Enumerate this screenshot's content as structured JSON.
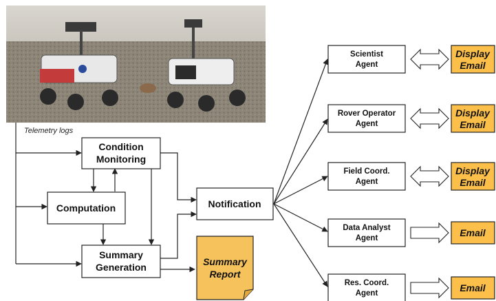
{
  "colors": {
    "box_fill": "#ffffff",
    "box_stroke": "#222222",
    "output_fill": "#fbbf4a",
    "report_fill": "#f6c25c",
    "line": "#222222"
  },
  "photo": {
    "description_icon": "rover-photo",
    "telemetry_label": "Telemetry logs"
  },
  "process": {
    "condition_monitoring": [
      "Condition",
      "Monitoring"
    ],
    "computation": "Computation",
    "summary_generation": [
      "Summary",
      "Generation"
    ],
    "notification": "Notification",
    "summary_report": [
      "Summary",
      "Report"
    ]
  },
  "agents": [
    {
      "lines": [
        "Scientist",
        "Agent"
      ],
      "outputs": [
        "Display",
        "Email"
      ],
      "arrow": "double"
    },
    {
      "lines": [
        "Rover Operator",
        "Agent"
      ],
      "outputs": [
        "Display",
        "Email"
      ],
      "arrow": "double"
    },
    {
      "lines": [
        "Field Coord.",
        "Agent"
      ],
      "outputs": [
        "Display",
        "Email"
      ],
      "arrow": "double"
    },
    {
      "lines": [
        "Data Analyst",
        "Agent"
      ],
      "outputs": [
        "Email"
      ],
      "arrow": "single"
    },
    {
      "lines": [
        "Res. Coord.",
        "Agent"
      ],
      "outputs": [
        "Email"
      ],
      "arrow": "single"
    }
  ]
}
